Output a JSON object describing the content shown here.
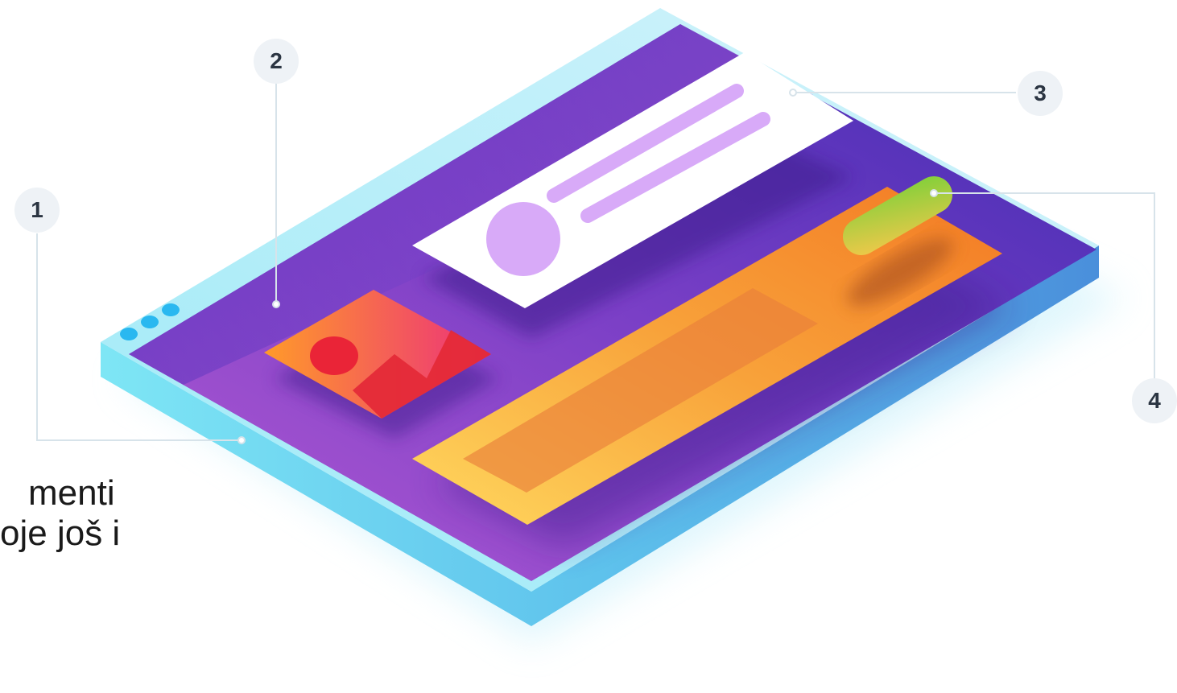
{
  "callouts": [
    {
      "number": "1"
    },
    {
      "number": "2"
    },
    {
      "number": "3"
    },
    {
      "number": "4"
    }
  ],
  "caption": {
    "line1": "menti",
    "line2": "oje još i"
  },
  "colors": {
    "frame_light": "#a6ecf7",
    "frame_edge": "#4fb4e6",
    "screen_purple": "#5a31b8",
    "screen_violet": "#a44fd0",
    "card_white": "#ffffff",
    "card_lilac": "#d8aaf8",
    "image_orange": "#f98a2a",
    "image_red": "#ea2437",
    "banner_orange": "#f6952c",
    "banner_yellow": "#ffd45c",
    "button_green": "#8fd13a",
    "window_dots": "#29b8f0",
    "badge_bg": "#eef2f6",
    "badge_text": "#2b3542",
    "leader_line": "#d7e3ea"
  },
  "icons": {
    "window_controls": "three-dots-icon",
    "image_placeholder": "image-icon"
  }
}
